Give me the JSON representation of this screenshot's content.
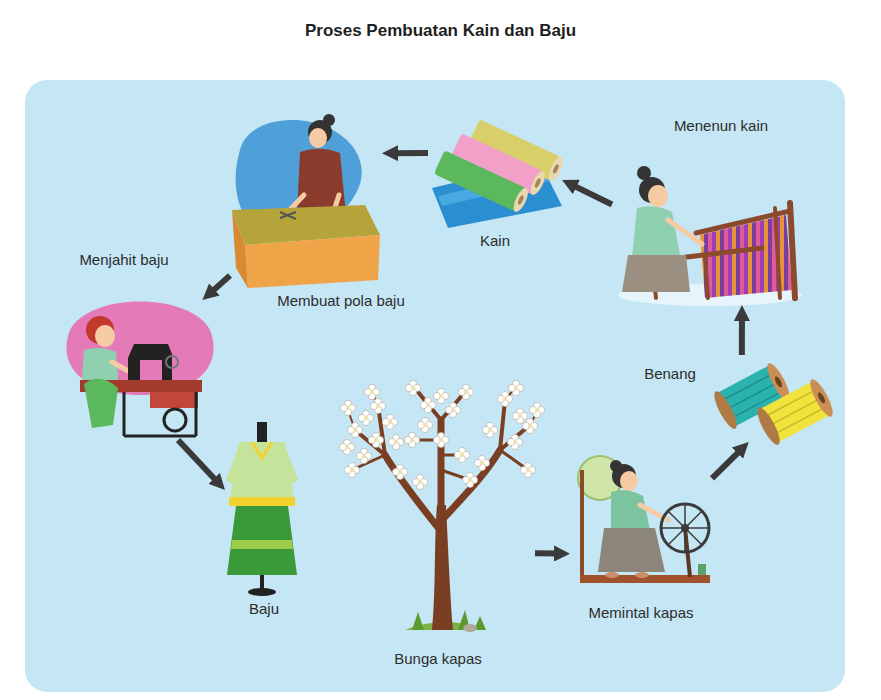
{
  "diagram": {
    "title": "Proses Pembuatan Kain dan Baju",
    "nodes": [
      {
        "text": [
          "Bunga kapas"
        ]
      },
      {
        "text": [
          "Memintal kapas"
        ]
      },
      {
        "text": [
          "Benang"
        ]
      },
      {
        "text": [
          "Menenun kain"
        ]
      },
      {
        "text": [
          "Kain"
        ]
      },
      {
        "text": [
          "Membuat pola baju"
        ]
      },
      {
        "text": [
          "Menjahit baju"
        ]
      },
      {
        "text": [
          "Baju"
        ]
      }
    ],
    "edges": [
      {
        "from": 0,
        "to": 1,
        "arrow": "to"
      },
      {
        "from": 1,
        "to": 2,
        "arrow": "to"
      },
      {
        "from": 2,
        "to": 3,
        "arrow": "to"
      },
      {
        "from": 3,
        "to": 4,
        "arrow": "to"
      },
      {
        "from": 4,
        "to": 5,
        "arrow": "to"
      },
      {
        "from": 5,
        "to": 6,
        "arrow": "to"
      },
      {
        "from": 6,
        "to": 7,
        "arrow": "to"
      }
    ]
  }
}
